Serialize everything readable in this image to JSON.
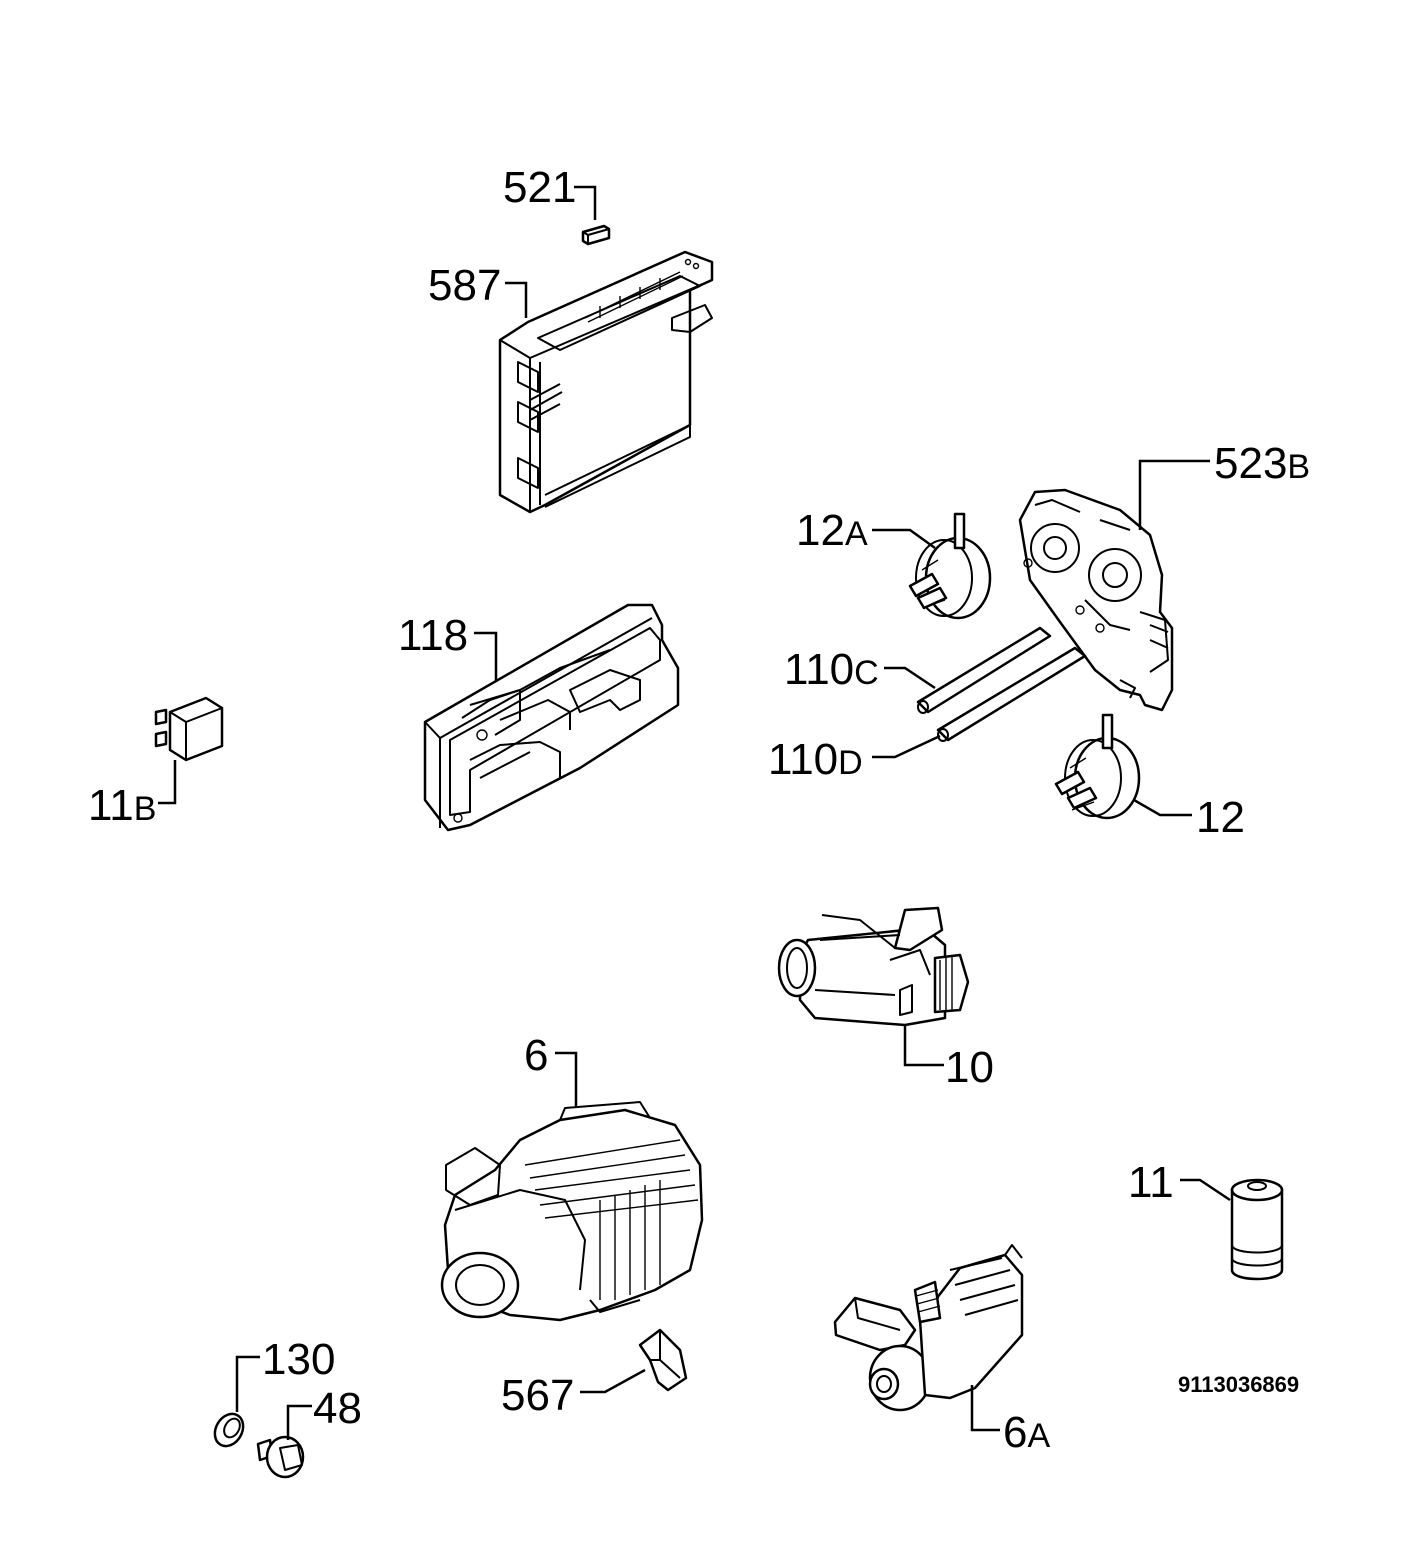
{
  "labels": {
    "p521": "521",
    "p587": "587",
    "p523B": {
      "num": "523",
      "suffix": "B"
    },
    "p12A": {
      "num": "12",
      "suffix": "A"
    },
    "p118": "118",
    "p110C": {
      "num": "110",
      "suffix": "C"
    },
    "p110D": {
      "num": "110",
      "suffix": "D"
    },
    "p11B": {
      "num": "11",
      "suffix": "B"
    },
    "p12": "12",
    "p10": "10",
    "p6": "6",
    "p11": "11",
    "p130": "130",
    "p48": "48",
    "p567": "567",
    "p6A": {
      "num": "6",
      "suffix": "A"
    }
  },
  "diagram_code": "9113036869"
}
